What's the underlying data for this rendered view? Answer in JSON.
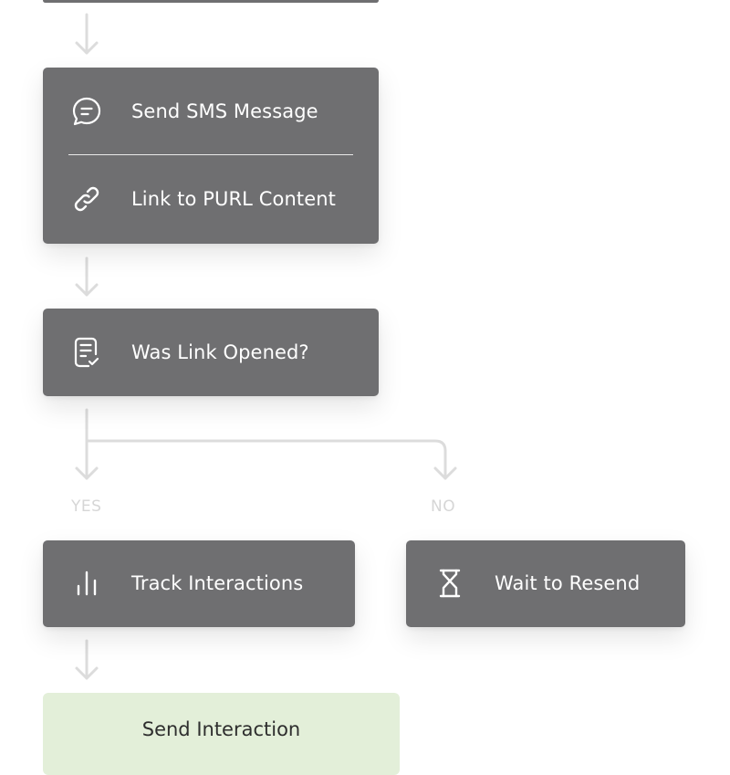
{
  "nodes": {
    "sms": {
      "label": "Send SMS Message",
      "icon": "chat-bubble-icon"
    },
    "purl": {
      "label": "Link to PURL Content",
      "icon": "link-icon"
    },
    "opened": {
      "label": "Was Link Opened?",
      "icon": "document-check-icon"
    },
    "track": {
      "label": "Track Interactions",
      "icon": "bar-chart-icon"
    },
    "wait": {
      "label": "Wait to Resend",
      "icon": "hourglass-icon"
    },
    "final": {
      "label": "Send Interaction"
    }
  },
  "branches": {
    "yes": "YES",
    "no": "NO"
  },
  "colors": {
    "node_fill": "#6f6f71",
    "connector": "#dcdcdc",
    "final_fill": "#e3efd9"
  }
}
